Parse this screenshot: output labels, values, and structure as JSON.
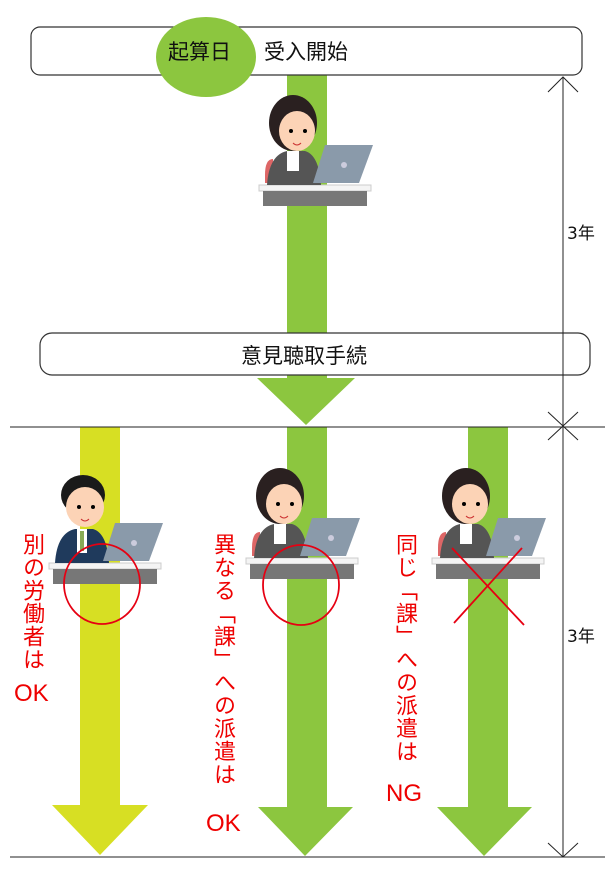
{
  "top_box": {
    "badge": "起算日",
    "label": "受入開始"
  },
  "middle_box": {
    "label": "意見聴取手続"
  },
  "dimension": {
    "upper_period": "3年",
    "lower_period": "3年"
  },
  "cases": [
    {
      "text": "別の労働者は",
      "verdict": "OK",
      "mark": "circle",
      "worker": "man"
    },
    {
      "text": "異なる「課」への派遣は",
      "verdict": "OK",
      "mark": "circle",
      "worker": "woman"
    },
    {
      "text": "同じ「課」への派遣は",
      "verdict": "NG",
      "mark": "cross",
      "worker": "woman"
    }
  ],
  "colors": {
    "green": "#8cc63f",
    "yellow_green": "#d7df23",
    "red": "#e60012",
    "ellipse": "#8cc63f"
  }
}
